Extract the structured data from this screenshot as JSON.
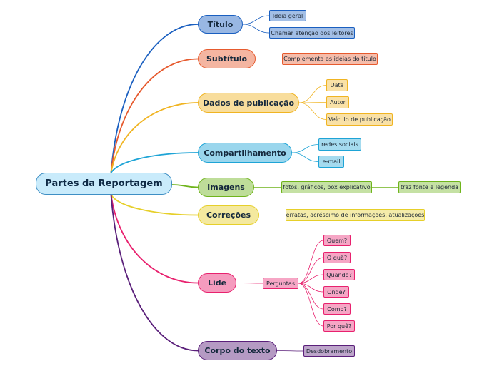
{
  "central": {
    "label": "Partes da Reportagem"
  },
  "colors": {
    "titulo": "#1a5fc0",
    "subtitulo": "#e65a2e",
    "dados": "#f0b422",
    "compartilhamento": "#1ea4d6",
    "imagens": "#6fb41c",
    "correcoes": "#e6cf2a",
    "lide": "#e8216e",
    "corpo": "#5a1f7a"
  },
  "branches": [
    {
      "id": "titulo",
      "label": "Título",
      "children": [
        {
          "label": "Ideia geral"
        },
        {
          "label": "Chamar atenção dos leitores"
        }
      ]
    },
    {
      "id": "subtitulo",
      "label": "Subtítulo",
      "children": [
        {
          "label": "Complementa as ideias do título"
        }
      ]
    },
    {
      "id": "dados",
      "label": "Dados de publicação",
      "children": [
        {
          "label": "Data"
        },
        {
          "label": "Autor"
        },
        {
          "label": "Veículo de publicação"
        }
      ]
    },
    {
      "id": "compartilhamento",
      "label": "Compartilhamento",
      "children": [
        {
          "label": "redes sociais"
        },
        {
          "label": "e-mail"
        }
      ]
    },
    {
      "id": "imagens",
      "label": "Imagens",
      "children": [
        {
          "label": "fotos, gráficos, box explicativo",
          "children": [
            {
              "label": "traz fonte e legenda"
            }
          ]
        }
      ]
    },
    {
      "id": "correcoes",
      "label": "Correções",
      "children": [
        {
          "label": "erratas, acréscimo de informações, atualizações"
        }
      ]
    },
    {
      "id": "lide",
      "label": "Lide",
      "children": [
        {
          "label": "Perguntas",
          "children": [
            {
              "label": "Quem?"
            },
            {
              "label": "O quê?"
            },
            {
              "label": "Quando?"
            },
            {
              "label": "Onde?"
            },
            {
              "label": "Como?"
            },
            {
              "label": "Por quê?"
            }
          ]
        }
      ]
    },
    {
      "id": "corpo",
      "label": "Corpo do texto",
      "children": [
        {
          "label": "Desdobramento"
        }
      ]
    }
  ]
}
